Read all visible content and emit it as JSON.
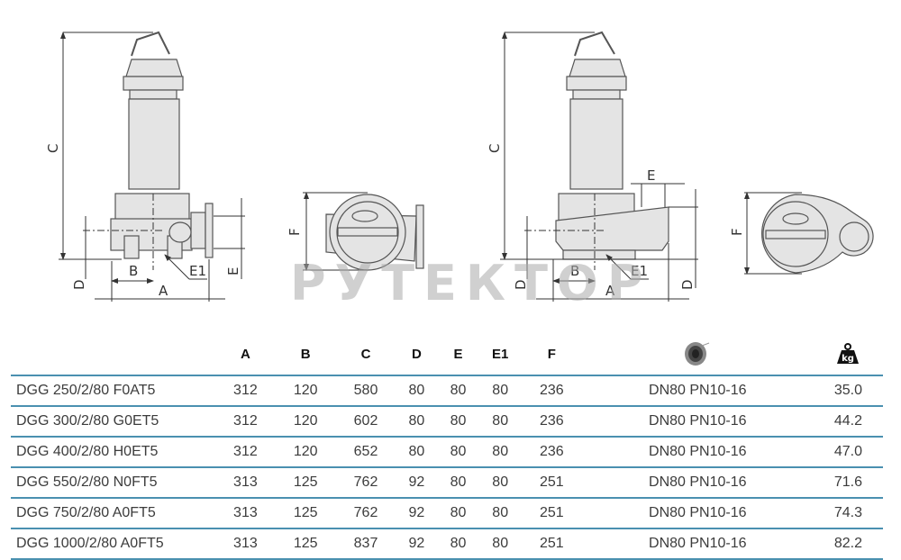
{
  "drawings": {
    "view1_labels": {
      "C": "C",
      "D": "D",
      "B": "B",
      "A": "A",
      "E1": "E1",
      "E": "E"
    },
    "view2_labels": {
      "F": "F"
    },
    "view3_labels": {
      "C": "C",
      "D": "D",
      "B": "B",
      "A": "A",
      "E1": "E1",
      "E": "E",
      "D2": "D"
    },
    "view4_labels": {
      "F": "F"
    }
  },
  "watermark": "РУТЕКТОР",
  "table": {
    "headers": [
      "",
      "A",
      "B",
      "C",
      "D",
      "E",
      "E1",
      "F",
      "flange-icon",
      "weight-icon"
    ],
    "header_icons": {
      "flange": "flange-icon",
      "weight": "weight-kg-icon",
      "weight_text": "kg"
    },
    "rows": [
      {
        "model": "DGG 250/2/80 F0AT5",
        "A": "312",
        "B": "120",
        "C": "580",
        "D": "80",
        "E": "80",
        "E1": "80",
        "F": "236",
        "flange": "DN80 PN10-16",
        "weight": "35.0"
      },
      {
        "model": "DGG 300/2/80 G0ET5",
        "A": "312",
        "B": "120",
        "C": "602",
        "D": "80",
        "E": "80",
        "E1": "80",
        "F": "236",
        "flange": "DN80 PN10-16",
        "weight": "44.2"
      },
      {
        "model": "DGG 400/2/80 H0ET5",
        "A": "312",
        "B": "120",
        "C": "652",
        "D": "80",
        "E": "80",
        "E1": "80",
        "F": "236",
        "flange": "DN80 PN10-16",
        "weight": "47.0"
      },
      {
        "model": "DGG 550/2/80 N0FT5",
        "A": "313",
        "B": "125",
        "C": "762",
        "D": "92",
        "E": "80",
        "E1": "80",
        "F": "251",
        "flange": "DN80 PN10-16",
        "weight": "71.6"
      },
      {
        "model": "DGG 750/2/80 A0FT5",
        "A": "313",
        "B": "125",
        "C": "762",
        "D": "92",
        "E": "80",
        "E1": "80",
        "F": "251",
        "flange": "DN80 PN10-16",
        "weight": "74.3"
      },
      {
        "model": "DGG 1000/2/80 A0FT5",
        "A": "313",
        "B": "125",
        "C": "837",
        "D": "92",
        "E": "80",
        "E1": "80",
        "F": "251",
        "flange": "DN80 PN10-16",
        "weight": "82.2"
      }
    ]
  },
  "colors": {
    "rule": "#4a90b0",
    "drawing_fill": "#e4e4e4",
    "drawing_stroke": "#555555"
  }
}
